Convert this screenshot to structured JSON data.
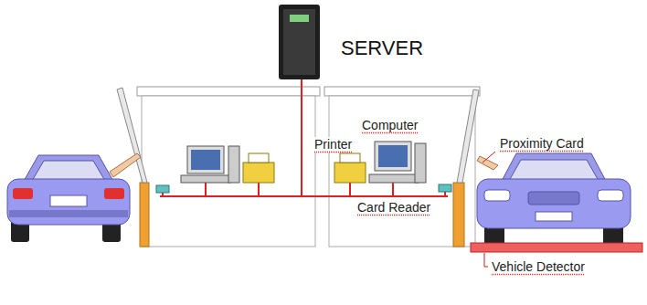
{
  "diagram": {
    "labels": [
      "SERVER",
      "Printer",
      "Computer",
      "Proximity Card",
      "Card Reader",
      "Vehicle Detector"
    ]
  }
}
